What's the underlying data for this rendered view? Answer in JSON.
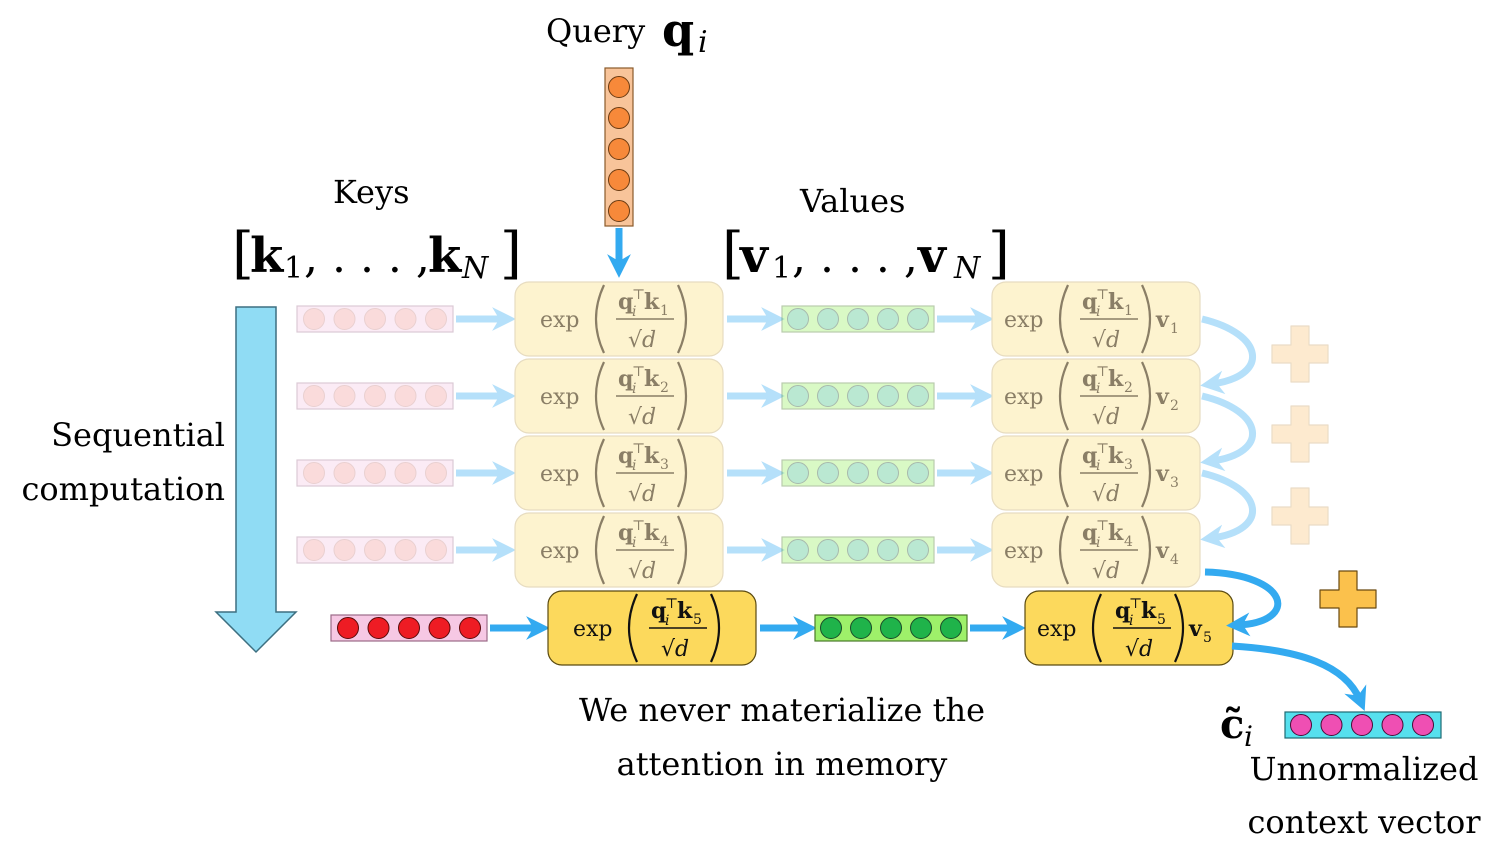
{
  "labels": {
    "query": "Query",
    "query_sym": "q",
    "query_sub": "i",
    "keys": "Keys",
    "keys_list_open": "[",
    "keys_k": "k",
    "keys_sub1": "1",
    "keys_mid": ", . . . , ",
    "keys_subN": "N",
    "keys_list_close": "]",
    "values": "Values",
    "values_v": "v",
    "sequential_line1": "Sequential",
    "sequential_line2": "computation",
    "note_line1": "We never materialize the",
    "note_line2": "attention in memory",
    "ctx_sym": "c̃",
    "ctx_sub": "i",
    "ctx_line1": "Unnormalized",
    "ctx_line2": "context vector"
  },
  "formula": {
    "exp": "exp",
    "q": "q",
    "i": "i",
    "top": "⊤",
    "k": "k",
    "sqrt_d": "√d",
    "v": "v"
  },
  "rows": [
    {
      "index": "1",
      "active": false
    },
    {
      "index": "2",
      "active": false
    },
    {
      "index": "3",
      "active": false
    },
    {
      "index": "4",
      "active": false
    },
    {
      "index": "5",
      "active": true
    }
  ],
  "colors": {
    "arrow_active": "#33aaf0",
    "arrow_faded": "#b5e0fa",
    "box_active": "#fcd95c",
    "box_faded": "#fdf3cf",
    "key_active": "#ee1c24",
    "value_active": "#1fb34a",
    "query": "#f7893a",
    "context": "#ef4fb3",
    "seq_arrow": "#90dcf4",
    "plus_active": "#fbc14c",
    "plus_faded": "#fdeacf"
  }
}
